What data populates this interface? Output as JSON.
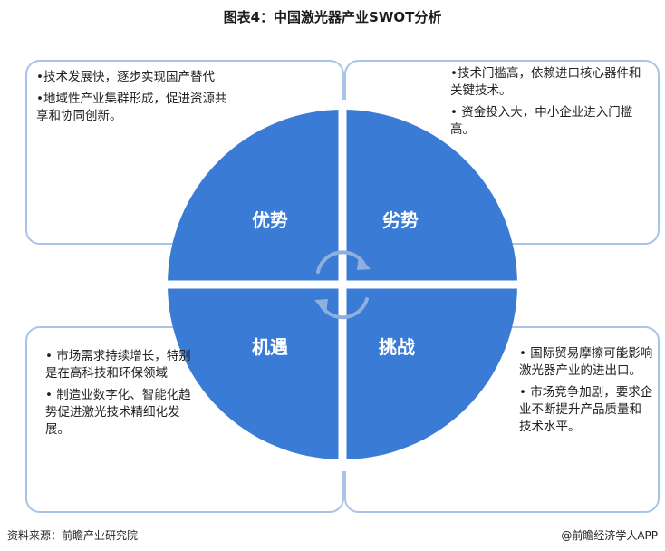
{
  "title": "图表4：中国激光器产业SWOT分析",
  "quadrants": {
    "strengths": {
      "label": "优势",
      "items": [
        "•技术发展快，逐步实现国产替代",
        "•地域性产业集群形成，促进资源共享和协同创新。"
      ]
    },
    "weaknesses": {
      "label": "劣势",
      "items": [
        "•技术门槛高，依赖进口核心器件和关键技术。",
        "• 资金投入大，中小企业进入门槛高。"
      ]
    },
    "opportunities": {
      "label": "机遇",
      "items": [
        "• 市场需求持续增长，特别是在高科技和环保领域",
        "• 制造业数字化、智能化趋势促进激光技术精细化发展。"
      ]
    },
    "threats": {
      "label": "挑战",
      "items": [
        "• 国际贸易摩擦可能影响激光器产业的进出口。",
        "• 市场竞争加剧，要求企业不断提升产品质量和技术水平。"
      ]
    }
  },
  "footer": {
    "source": "资料来源：前瞻产业研究院",
    "brand": "@前瞻经济学人APP"
  },
  "colors": {
    "circle": "#3a7bd5",
    "box_border": "#a8c4e6",
    "arrow": "#8fb0de"
  }
}
